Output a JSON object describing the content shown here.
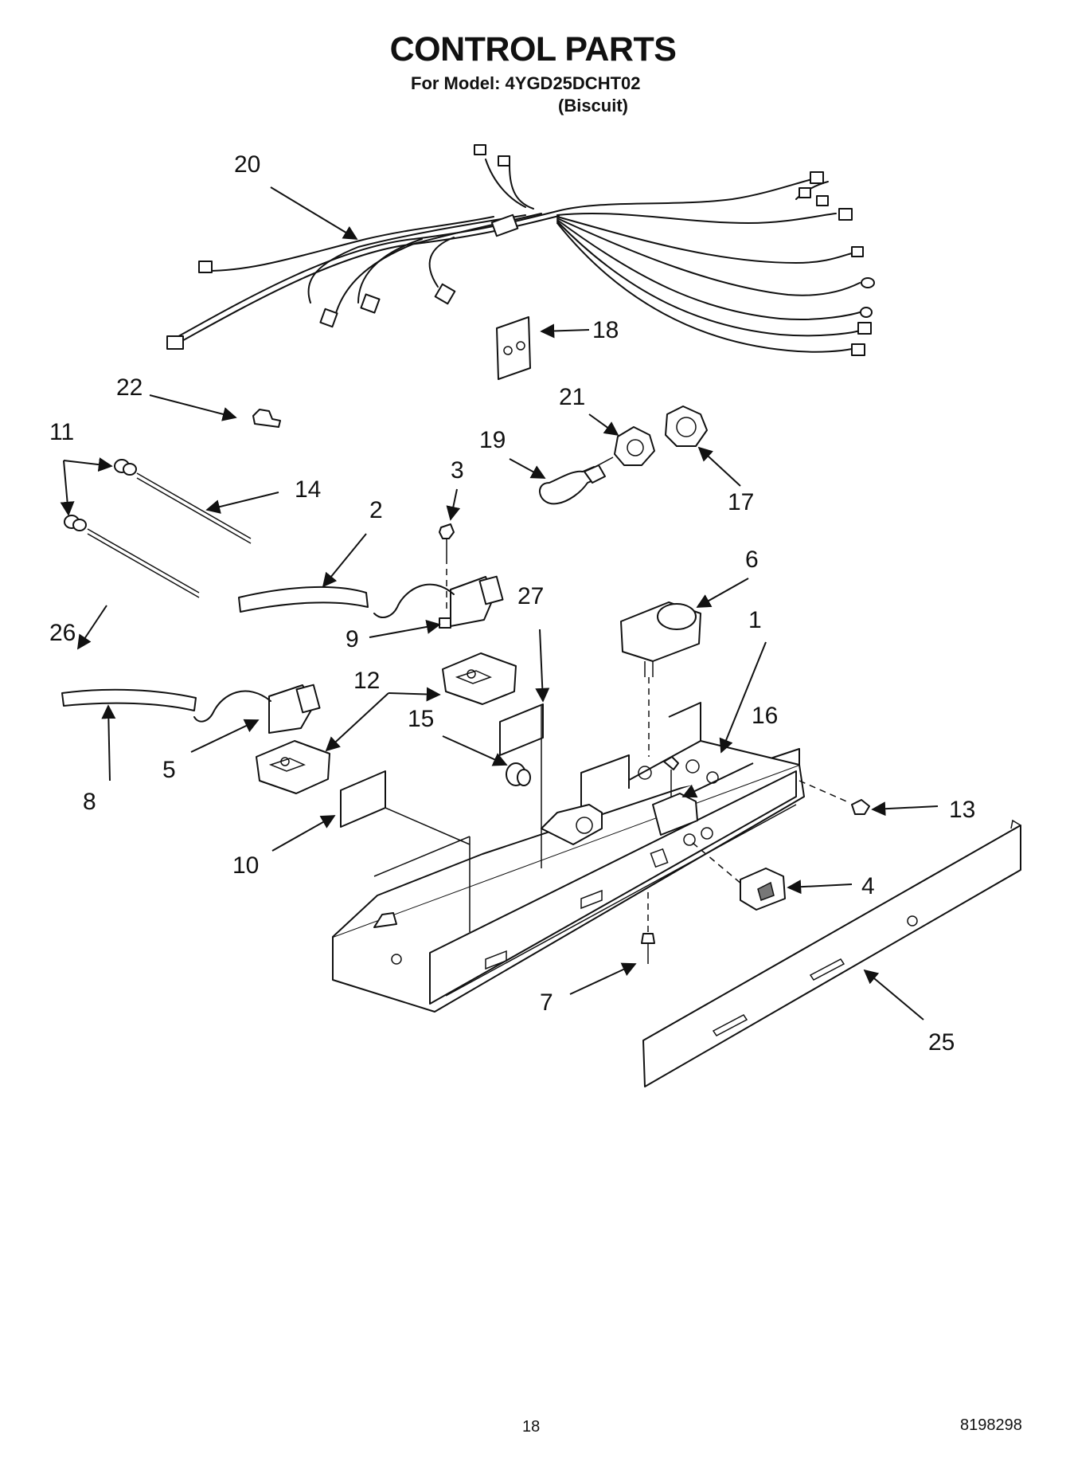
{
  "header": {
    "title": "CONTROL PARTS",
    "model_line": "For Model: 4YGD25DCHT02",
    "color_line": "(Biscuit)"
  },
  "callouts": {
    "c1": "1",
    "c2": "2",
    "c3": "3",
    "c4": "4",
    "c5": "5",
    "c6": "6",
    "c7": "7",
    "c8": "8",
    "c9": "9",
    "c10": "10",
    "c11": "11",
    "c12": "12",
    "c13": "13",
    "c14": "14",
    "c15": "15",
    "c16": "16",
    "c17": "17",
    "c18": "18",
    "c19": "19",
    "c20": "20",
    "c21": "21",
    "c22": "22",
    "c25": "25",
    "c26": "26",
    "c27": "27"
  },
  "footer": {
    "page_number": "18",
    "document_number": "8198298"
  }
}
